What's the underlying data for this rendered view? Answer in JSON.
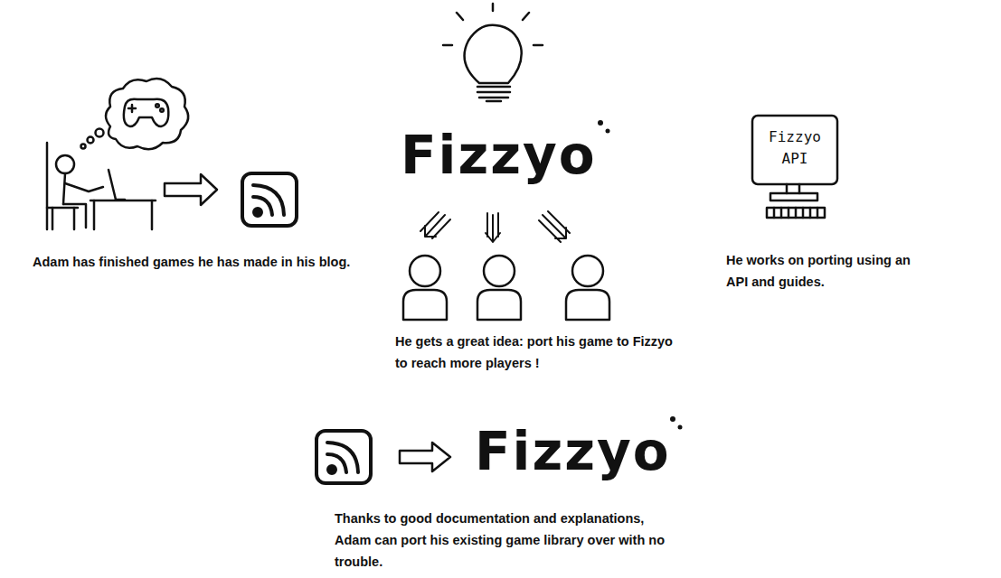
{
  "diagram": {
    "labels": [
      "Adam has finished games he has made in his blog.",
      "Fizzyo",
      "He gets a great idea: port his game to Fizzyo to reach more players !",
      "Fizzyo API",
      "He works on porting using an API and guides.",
      "Fizzyo",
      "Thanks to good documentation and explanations, Adam can port his existing game library over with no trouble."
    ]
  }
}
